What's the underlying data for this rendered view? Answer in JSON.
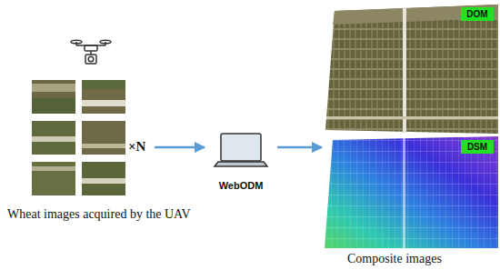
{
  "diagram": {
    "nodes": [
      {
        "text": [
          "Wheat images acquired by the UAV"
        ]
      },
      {
        "text": [
          "WebODM"
        ]
      },
      {
        "text": [
          "Composite images"
        ]
      },
      {
        "text": [
          "DOM"
        ],
        "in": 2
      },
      {
        "text": [
          "DSM"
        ],
        "in": 2
      }
    ],
    "edges": [
      {
        "from": 0,
        "to": 1,
        "arrow": "to"
      },
      {
        "from": 1,
        "to": 2,
        "arrow": "to"
      }
    ],
    "labels": [
      "×N"
    ]
  }
}
